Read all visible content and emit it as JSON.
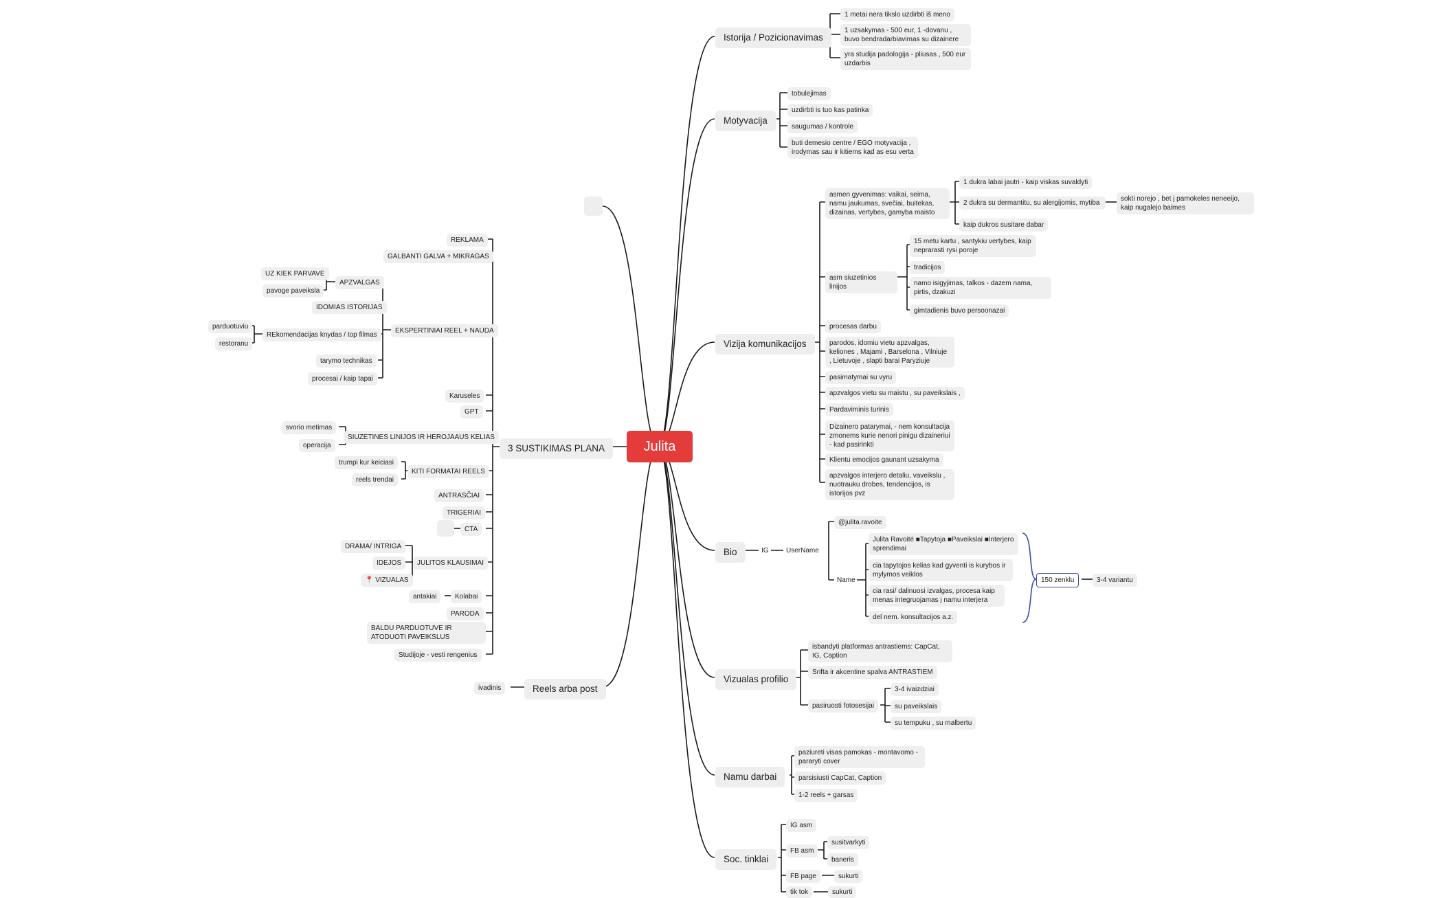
{
  "root": "Julita",
  "branches": {
    "istorija": {
      "title": "Istorija / Pozicionavimas",
      "items": [
        "1 metai nera tikslo uzdirbti iš meno",
        "1 uzsakymas - 500 eur, 1 -dovanu , buvo bendradarbiavimas su dizainere",
        "yra studija padologija - pliusas , 500 eur uzdarbis"
      ]
    },
    "motyvacija": {
      "title": "Motyvacija",
      "items": [
        "tobulejimas",
        "uzdirbti is tuo kas patinka",
        "saugumas / kontrole",
        "buti demesio centre / EGO motyvacija , irodymas sau ir kitiems kad as esu verta"
      ]
    },
    "vizija": {
      "title": "Vizija komunikacijos",
      "asmen": "asmen gyvenimas: vaikai, seima, namu jaukumas, svečiai, buitekas, dizainas, vertybes, gamyba maisto",
      "asmen_children": [
        "1 dukra labai jautri - kaip viskas suvaldyti",
        "2 dukra su dermantitu, su alergijomis, mytiba",
        "kaip dukros susitare dabar"
      ],
      "dukra2_child": "sokti norejo , bet į pamokeles neneeijo, kaip nugalejo baimes",
      "siuzet": "asm siuzetinios linijos",
      "siuzet_children": [
        "15 metu kartu , santykiu vertybes, kaip neprarasti rysi poroje",
        "tradicijos",
        "namo isigyjimas, talkos - dazem nama, pirtis, dzakuzi",
        "gimtadienis buvo persoonazai"
      ],
      "items": [
        "procesas darbu",
        "parodos, idomiu vietu apzvalgas, keliones , Majami , Barselona , Vilniuje ,  Lietuvoje , slapti barai Paryziuje",
        "pasimatymai su vyru",
        "apzvalgos vietu su maistu , su paveikslais ,",
        "Pardaviminis turinis",
        "Dizainero patarymai, - nem konsultacija zmonems kurie nenori pinigu dizaineriui - kad pasirinkti",
        "Klientu emocijos gaunant uzsakyma",
        "apzvalgos interjero detaliu, vaveikslu , nuotrauku drobes, tendencijos, is istorijos pvz"
      ]
    },
    "bio": {
      "title": "Bio",
      "ig": "IG",
      "username": "UserName",
      "handle": "@julita.ravoite",
      "name": "Name",
      "name_items": [
        "Julita Ravoitė ■Tapytoja ■Paveikslai ■Interjero sprendimai",
        "     cia tapytojos kelias kad gyventi is kurybos ir mylymos veiklos",
        "     cia rasi/ dalinuosi izvalgas, procesa kaip menas integruojamas į namu interjera",
        "     del nem. konsultacijos a.z."
      ],
      "limit": "150 zenklu",
      "variants": "3-4 variantu"
    },
    "vizualas": {
      "title": "Vizualas profilio",
      "items": [
        "isbandyti platformas antrastiems: CapCat, IG, Caption",
        "Srifta ir akcentine spalva ANTRASTIEM",
        "pasiruosti fotosesijai"
      ],
      "foto_items": [
        "3-4 ivaizdziai",
        "su paveikslais",
        "su tempuku , su malbertu"
      ]
    },
    "namu": {
      "title": "Namu darbai",
      "items": [
        "paziureti visas pamokas - montavomo - pararyti cover",
        "parsisiusti CapCat, Caption",
        "1-2 reels + garsas"
      ]
    },
    "soc": {
      "title": "Soc. tinklai",
      "ig_asm": "IG asm",
      "fb_asm": "FB asm",
      "fb_asm_items": [
        "susitvarkyti",
        "baneris"
      ],
      "fb_page": "FB page",
      "fb_page_item": "sukurti",
      "tiktok": "tik tok",
      "tiktok_item": "sukurti"
    },
    "plan": {
      "title": "3 SUSTIKIMAS PLANA",
      "reklama": "REKLAMA",
      "galbanti": "GALBANTI GALVA + MIKRAGAS",
      "eksp": "EKSPERTINIAI REEL + NAUDA",
      "apzvalgas": "APZVALGAS",
      "apzvalgas_items": [
        "UZ KIEK PARVAVE",
        "pavoge paveiksla"
      ],
      "idomias": "IDOMIAS ISTORIJAS",
      "rekom": "REkomendacijas knydas / top filmas",
      "rekom_items": [
        "parduotuviu",
        "restoranu"
      ],
      "tarymo": "tarymo technikas",
      "procesai": "procesai / kaip tapai",
      "karuseles": "Karuseles",
      "gpt": "GPT",
      "siuzet": "SIUZETINES LINIJOS IR HEROJAAUS KELIAS",
      "siuzet_items": [
        "svorio metimas",
        "operacija"
      ],
      "kiti": "KITI FORMATAI REELS",
      "kiti_items": [
        "trumpi kur keiciasi",
        "reels trendai"
      ],
      "antrasciai": "ANTRASČIAI",
      "trigeriai": "TRIGERIAI",
      "cta": "CTA",
      "klausimai": "JULITOS KLAUSIMAI",
      "klausimai_items": [
        "DRAMA/ INTRIGA",
        "IDEJOS",
        "📍 VIZUALAS"
      ],
      "kolabai": "Kolabai",
      "antakiai": "antakiai",
      "paroda": "PARODA",
      "baldu": "BALDU PARDUOTUVE IR ATODUOTI PAVEIKSLUS",
      "studijoje": "Studijoje - vesti rengenius"
    },
    "reels": {
      "title": "Reels arba post",
      "child": "ivadinis"
    }
  }
}
